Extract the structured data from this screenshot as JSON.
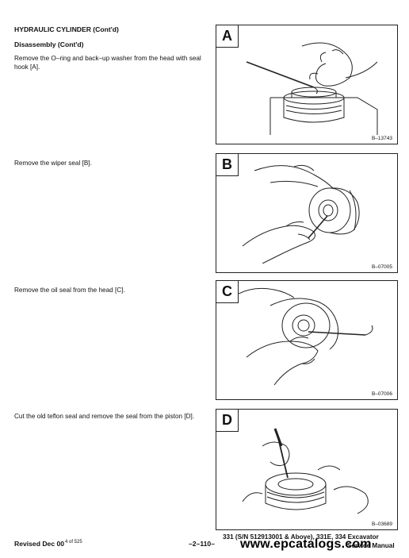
{
  "section": {
    "title": "HYDRAULIC CYLINDER (Cont'd)",
    "subtitle": "Disassembly (Cont'd)"
  },
  "steps": [
    {
      "text": "Remove the O–ring and back–up washer from the head with seal hook [A].",
      "letter": "A",
      "code": "B–13743"
    },
    {
      "text": "Remove the wiper seal [B].",
      "letter": "B",
      "code": "B–07005"
    },
    {
      "text": "Remove the oil seal from the head [C].",
      "letter": "C",
      "code": "B–07006"
    },
    {
      "text": "Cut the old teflon seal and remove the seal from the piston [D].",
      "letter": "D",
      "code": "B–03689"
    }
  ],
  "footer": {
    "revised": "Revised Dec 00",
    "page_ref": "4 of 525",
    "page_number": "–2–110–",
    "model_line1": "331 (S/N 512913001 & Above), 331E, 334 Excavator",
    "model_line2": "Service Manual",
    "watermark": "www.epcatalogs.com"
  }
}
